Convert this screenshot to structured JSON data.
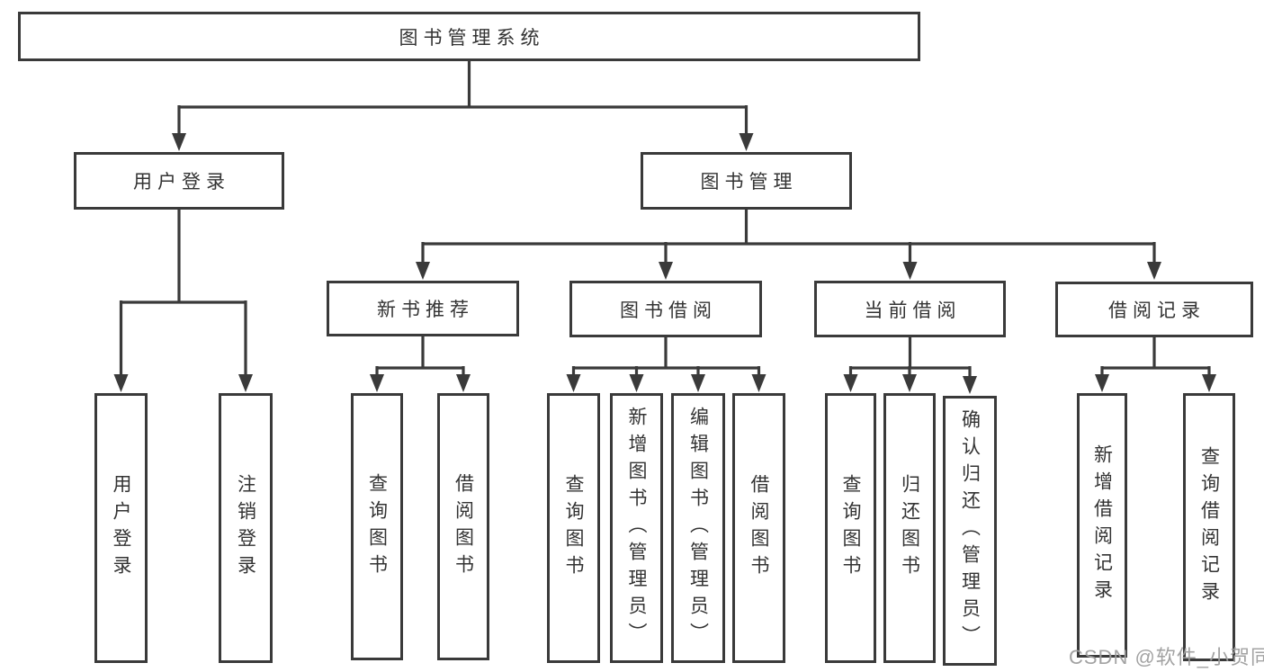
{
  "diagram": {
    "title": "图书管理系统",
    "level2": {
      "user_login": "用户登录",
      "book_management": "图书管理"
    },
    "level3": {
      "new_book_recommendation": "新书推荐",
      "book_borrowing": "图书借阅",
      "current_borrowing": "当前借阅",
      "borrowing_records": "借阅记录"
    },
    "leaves": {
      "user_login": [
        "用户登录",
        "注销登录"
      ],
      "new_book_recommendation": [
        "查询图书",
        "借阅图书"
      ],
      "book_borrowing": [
        "查询图书",
        "新增图书（管理员）",
        "编辑图书（管理员）",
        "借阅图书"
      ],
      "current_borrowing": [
        "查询图书",
        "归还图书",
        "确认归还（管理员）"
      ],
      "borrowing_records": [
        "新增借阅记录",
        "查询借阅记录"
      ]
    },
    "colors": {
      "line": "#3a3a3a",
      "border": "#3a3a3a",
      "text": "#333333",
      "background": "#ffffff",
      "watermark": "#9e9e9e"
    },
    "watermark": "CSDN @软件_小贺同学"
  }
}
